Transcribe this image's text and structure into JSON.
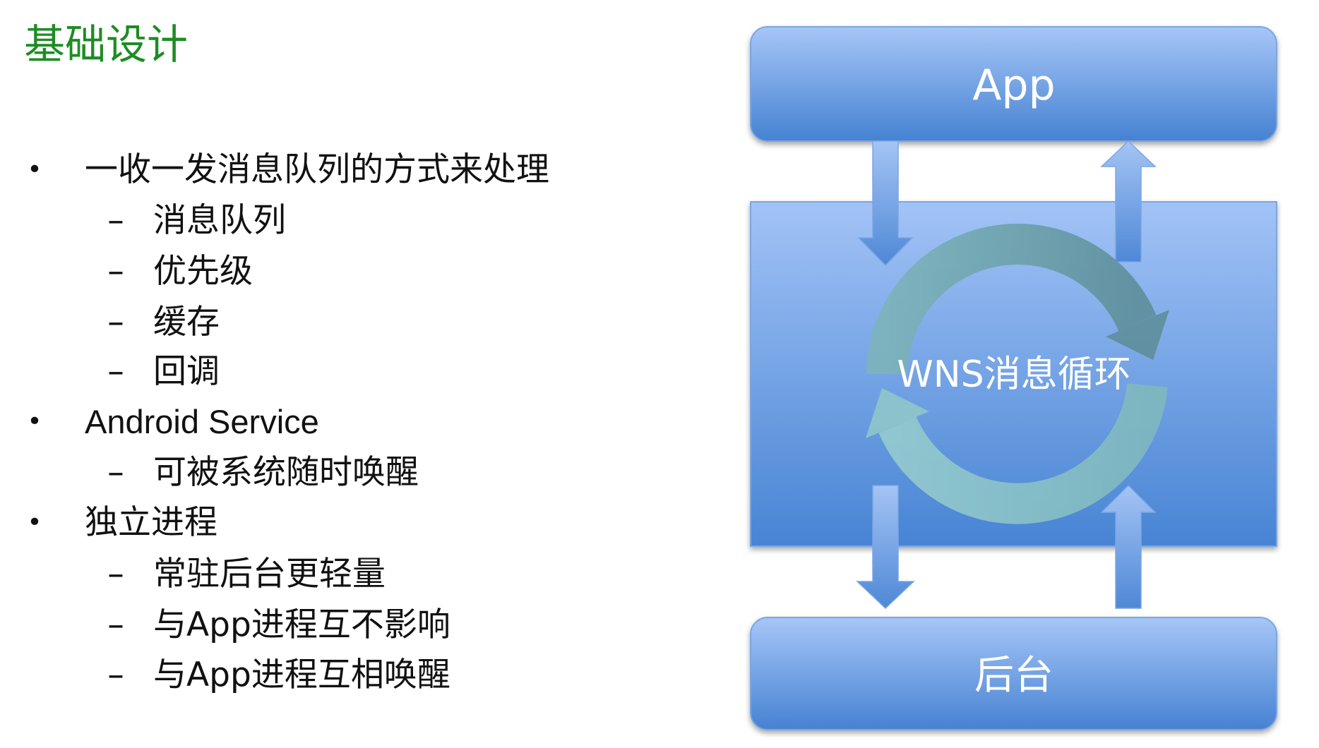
{
  "title": "基础设计",
  "markers": {
    "bullet": "•",
    "sub": "–"
  },
  "bullets": [
    {
      "text": "一收一发消息队列的方式来处理",
      "sub": [
        "消息队列",
        "优先级",
        "缓存",
        "回调"
      ]
    },
    {
      "text": "Android Service",
      "sub": [
        "可被系统随时唤醒"
      ]
    },
    {
      "text": "独立进程",
      "sub": [
        "常驻后台更轻量",
        "与App进程互不影响",
        "与App进程互相唤醒"
      ]
    }
  ],
  "diagram": {
    "top_label": "App",
    "loop_label": "WNS消息循环",
    "bottom_label": "后台"
  },
  "colors": {
    "title": "#1e8c24",
    "text": "#111111",
    "box_top": "#a6c6f7",
    "box_bottom": "#4682d2",
    "loop_dark": "#5f8f9c",
    "loop_light": "#8ec6cb",
    "label": "#ffffff"
  }
}
